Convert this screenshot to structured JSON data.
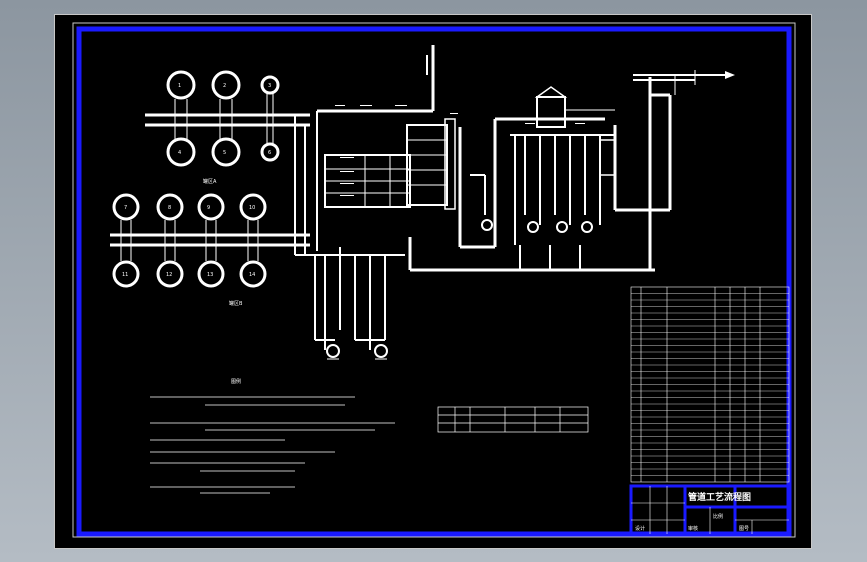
{
  "drawing": {
    "title_block": {
      "title": "管道工艺流程图",
      "labels": [
        "设计",
        "审核",
        "比例",
        "图号"
      ]
    },
    "tank_group_1": {
      "label": "罐区A",
      "tanks_top": [
        "1",
        "2",
        "3"
      ],
      "tanks_bottom": [
        "4",
        "5",
        "6"
      ]
    },
    "tank_group_2": {
      "label": "罐区B",
      "tanks_top": [
        "7",
        "8",
        "9",
        "10"
      ],
      "tanks_bottom": [
        "11",
        "12",
        "13",
        "14"
      ]
    },
    "legend_title": "图例"
  }
}
